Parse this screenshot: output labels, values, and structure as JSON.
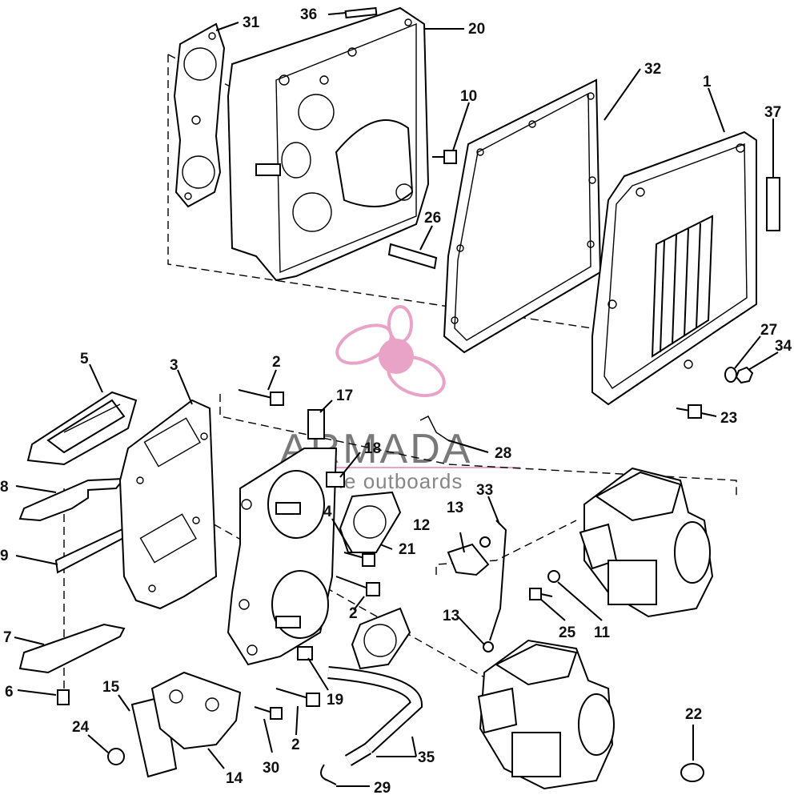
{
  "watermark": {
    "brand": "ARMADA",
    "tagline": "marine outboards",
    "accent_color": "#e0559a",
    "icon": "propeller-logo-icon"
  },
  "callouts": [
    {
      "id": "c31",
      "label": "31"
    },
    {
      "id": "c36",
      "label": "36"
    },
    {
      "id": "c20",
      "label": "20"
    },
    {
      "id": "c32",
      "label": "32"
    },
    {
      "id": "c1",
      "label": "1"
    },
    {
      "id": "c10",
      "label": "10"
    },
    {
      "id": "c37",
      "label": "37"
    },
    {
      "id": "c26",
      "label": "26"
    },
    {
      "id": "c27",
      "label": "27"
    },
    {
      "id": "c34",
      "label": "34"
    },
    {
      "id": "c23",
      "label": "23"
    },
    {
      "id": "c5",
      "label": "5"
    },
    {
      "id": "c3",
      "label": "3"
    },
    {
      "id": "c2a",
      "label": "2"
    },
    {
      "id": "c17",
      "label": "17"
    },
    {
      "id": "c18",
      "label": "18"
    },
    {
      "id": "c28",
      "label": "28"
    },
    {
      "id": "c8",
      "label": "8"
    },
    {
      "id": "c33",
      "label": "33"
    },
    {
      "id": "c13a",
      "label": "13"
    },
    {
      "id": "c12",
      "label": "12"
    },
    {
      "id": "c4",
      "label": "4"
    },
    {
      "id": "c21",
      "label": "21"
    },
    {
      "id": "c9",
      "label": "9"
    },
    {
      "id": "c2b",
      "label": "2"
    },
    {
      "id": "c13b",
      "label": "13"
    },
    {
      "id": "c25",
      "label": "25"
    },
    {
      "id": "c11",
      "label": "11"
    },
    {
      "id": "c7",
      "label": "7"
    },
    {
      "id": "c19",
      "label": "19"
    },
    {
      "id": "c6",
      "label": "6"
    },
    {
      "id": "c15",
      "label": "15"
    },
    {
      "id": "c22",
      "label": "22"
    },
    {
      "id": "c24",
      "label": "24"
    },
    {
      "id": "c30",
      "label": "30"
    },
    {
      "id": "c2c",
      "label": "2"
    },
    {
      "id": "c14",
      "label": "14"
    },
    {
      "id": "c35",
      "label": "35"
    },
    {
      "id": "c29",
      "label": "29"
    }
  ]
}
